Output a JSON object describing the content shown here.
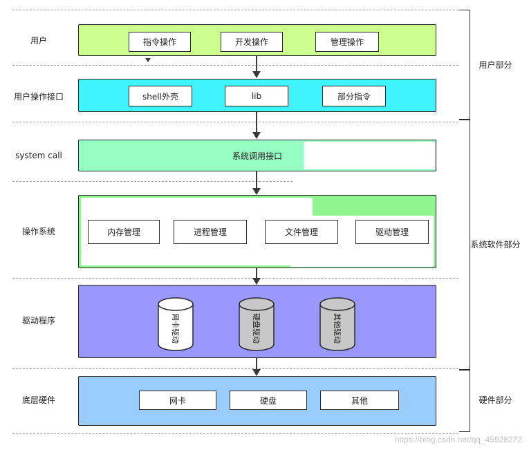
{
  "rows": {
    "user": {
      "label": "用户",
      "color": "#ccff90",
      "boxes": [
        "指令操作",
        "开发操作",
        "管理操作"
      ]
    },
    "user_interface": {
      "label": "用户操作接口",
      "color": "#3ff3ff",
      "boxes": [
        "shell外壳",
        "lib",
        "部分指令"
      ]
    },
    "system_call": {
      "label": "system call",
      "color": "#96ffc4",
      "content": "系统调用接口"
    },
    "os": {
      "label": "操作系统",
      "color": "#8ff58f",
      "boxes": [
        "内存管理",
        "进程管理",
        "文件管理",
        "驱动管理"
      ]
    },
    "drivers": {
      "label": "驱动程序",
      "color": "#9898ff",
      "cylinders": [
        {
          "label": "网卡驱动",
          "fill": "#ffffff"
        },
        {
          "label": "硬盘驱动",
          "fill": "#c8c8c8"
        },
        {
          "label": "其他驱动",
          "fill": "#c8c8c8"
        }
      ]
    },
    "hardware": {
      "label": "底层硬件",
      "color": "#99ccff",
      "boxes": [
        "网卡",
        "硬盘",
        "其他"
      ]
    }
  },
  "sections": {
    "user_part": "用户部分",
    "system_software_part": "系统软件部分",
    "hardware_part": "硬件部分"
  },
  "watermark": "https://blog.csdn.net/qq_45928272"
}
